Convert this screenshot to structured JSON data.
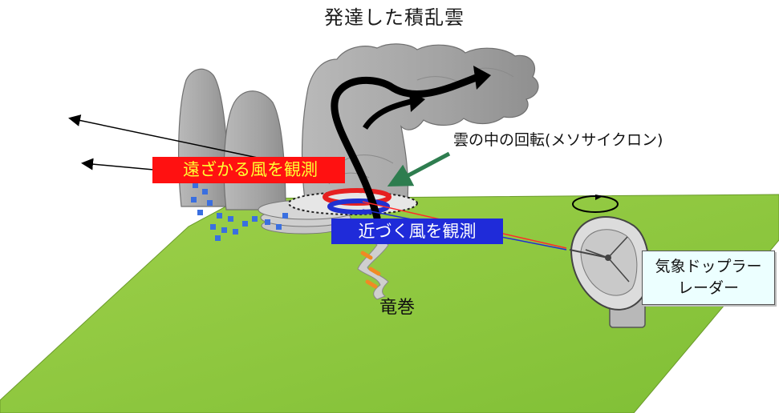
{
  "title": "発達した積乱雲",
  "labels": {
    "mesocyclone": "雲の中の回転(メソサイクロン)",
    "receding_wind": "遠ざかる風を観測",
    "approaching_wind": "近づく風を観測",
    "tornado": "竜巻",
    "radar_line1": "気象ドップラー",
    "radar_line2": "レーダー"
  },
  "colors": {
    "ground": "#8cc63f",
    "cloud": "#a6a6a6",
    "cloud_outline": "#707070",
    "receding_box": "#ff1111",
    "receding_text": "#ffff33",
    "approaching_box": "#1f2bd9",
    "approaching_text": "#ffffff",
    "downburst_dots": "#3a6fe0",
    "mesocyclone_arrow": "#2e7d4f",
    "radar_box": "#ecffff",
    "tornado_accent": "#f08a24"
  },
  "icons": {
    "radar_dish": "radar-dish-icon",
    "rotation": "rotation-arrow-icon"
  }
}
